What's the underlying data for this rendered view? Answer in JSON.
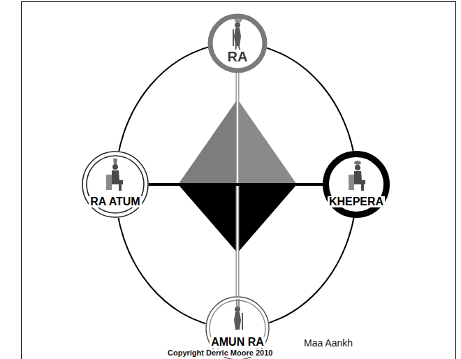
{
  "diagram": {
    "nodes": [
      {
        "text": [
          "RA"
        ]
      },
      {
        "text": [
          "RA ATUM"
        ]
      },
      {
        "text": [
          "KHEPERA"
        ]
      },
      {
        "text": [
          "AMUN RA"
        ]
      }
    ],
    "edges": [
      {
        "from": 0,
        "to": 3,
        "arrow": "none"
      },
      {
        "from": 1,
        "to": 2,
        "arrow": "none"
      }
    ],
    "labels": [
      "Maa Aankh",
      "Copyright Derric Moore 2010"
    ]
  }
}
